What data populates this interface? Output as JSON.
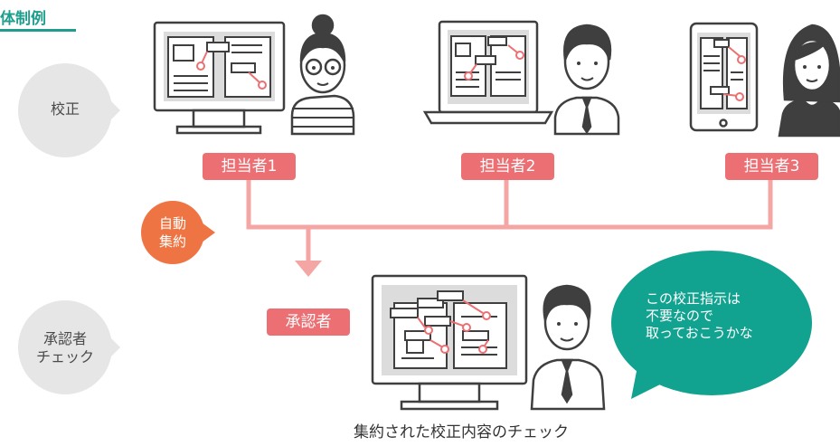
{
  "title": "体制例",
  "stage_proofread": "校正",
  "stage_approver": [
    "承認者",
    "チェック"
  ],
  "auto_aggregate": [
    "自動",
    "集約"
  ],
  "persons": [
    {
      "label": "担当者1",
      "device": "desktop-monitor"
    },
    {
      "label": "担当者2",
      "device": "laptop"
    },
    {
      "label": "担当者3",
      "device": "tablet"
    }
  ],
  "approver_label": "承認者",
  "speech_bubble": [
    "この校正指示は",
    "不要なので",
    "取っておこうかな"
  ],
  "caption": "集約された校正内容のチェック",
  "colors": {
    "teal": "#1f9e8e",
    "pink_label": "#ec6f73",
    "line": "#f4a6a4",
    "orange_badge": "#ee7543",
    "grey_bubble": "#e6e6e6",
    "speech_bubble": "#12a290"
  }
}
